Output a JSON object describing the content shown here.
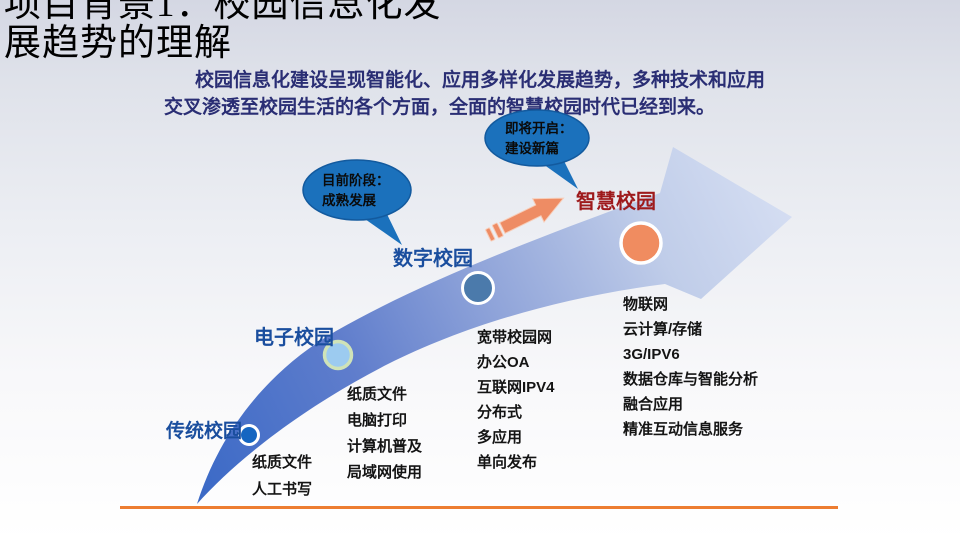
{
  "title": {
    "line1": "项目背景1：校园信息化发",
    "line2": "展趋势的理解"
  },
  "subtitle": {
    "line1": "校园信息化建设呈现智能化、应用多样化发展趋势，多种技术和应用",
    "line2": "交叉渗透至校园生活的各个方面，全面的智慧校园时代已经到来。"
  },
  "bubbles": {
    "current": {
      "line1": "目前阶段：",
      "line2": "成熟发展"
    },
    "upcoming": {
      "line1": "即将开启：",
      "line2": "建设新篇"
    }
  },
  "stages": {
    "traditional": {
      "label": "传统校园",
      "items": [
        "纸质文件",
        "人工书写"
      ]
    },
    "electronic": {
      "label": "电子校园",
      "items": [
        "纸质文件",
        "电脑打印",
        "计算机普及",
        "局域网使用"
      ]
    },
    "digital": {
      "label": "数字校园",
      "items": [
        "宽带校园网",
        "办公OA",
        "互联网IPV4",
        "分布式",
        "多应用",
        "单向发布"
      ]
    },
    "smart": {
      "label": "智慧校园",
      "items": [
        "物联网",
        "云计算/存储",
        "3G/IPV6",
        "数据仓库与智能分析",
        "融合应用",
        "精准互动信息服务"
      ]
    }
  },
  "colors": {
    "band_start": "#3a69c6",
    "band_mid1": "#5f7dcc",
    "band_mid2": "#92a6da",
    "band_mid3": "#c0cde9",
    "band_end": "#d4ddf2",
    "bubble_blue": "#1b71bc",
    "marker_traditional": "#1566c1",
    "marker_electronic": "#9ccbf0",
    "marker_electronic_ring": "#cfe3b8",
    "marker_digital": "#4b7aab",
    "marker_smart": "#f08c60",
    "stage_label_blue": "#1a4e9e",
    "stage_label_red": "#9e1a1c",
    "progress_arrow": "#ee8c64",
    "divider_orange": "#ed7d31",
    "subtitle_navy": "#2a2e74"
  }
}
